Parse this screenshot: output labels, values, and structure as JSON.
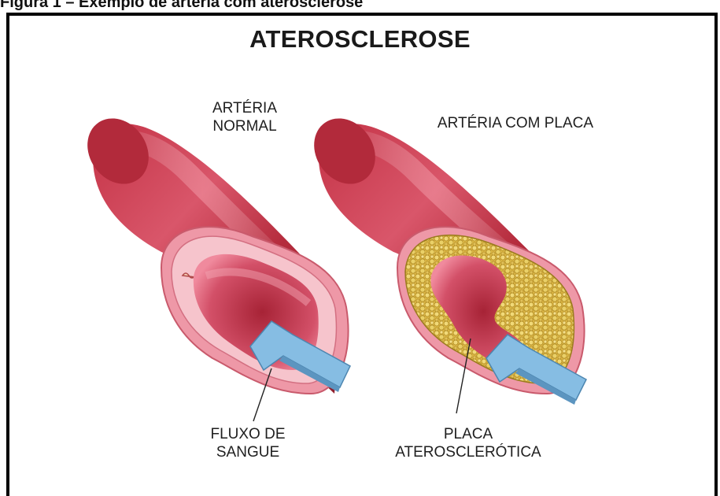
{
  "caption": "Figura 1 – Exemplo de artéria com aterosclerose",
  "title": "ATEROSCLEROSE",
  "normal_artery_label": [
    "ARTÉRIA",
    "NORMAL"
  ],
  "plaque_artery_label": "ARTÉRIA  COM PLACA",
  "blood_flow_label": [
    "FLUXO DE",
    "SANGUE"
  ],
  "plaque_label": [
    "PLACA",
    "ATEROSCLERÓTICA"
  ],
  "colors": {
    "artery_dark": "#a82434",
    "artery_mid": "#cf4050",
    "artery_light": "#e9788a",
    "wall_pink": "#f2aab6",
    "lumen": "#d64e63",
    "plaque": "#e6c65a",
    "arrow": "#7fb6dc"
  }
}
